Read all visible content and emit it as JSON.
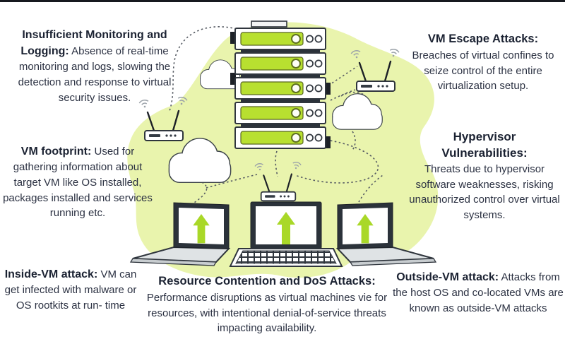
{
  "diagram": {
    "blocks": {
      "insufficient_monitoring": {
        "heading": "Insufficient Monitoring and Logging:",
        "body": "Absence of real-time monitoring and logs, slowing the detection and response to virtual security issues."
      },
      "vm_escape": {
        "heading": "VM Escape Attacks:",
        "body": "Breaches of virtual confines to seize control of the entire virtualization setup."
      },
      "vm_footprint": {
        "heading": "VM footprint:",
        "body": "Used for gathering information about target VM like OS installed, packages installed and services running etc."
      },
      "hypervisor_vulnerabilities": {
        "heading": "Hypervisor Vulnerabilities:",
        "body": "Threats due to hypervisor software weaknesses, risking unauthorized control over virtual systems."
      },
      "inside_vm": {
        "heading": "Inside-VM attack:",
        "body": "VM can get infected with malware or OS rootkits at run- time"
      },
      "resource_contention": {
        "heading": "Resource Contention and DoS Attacks:",
        "body": "Performance disruptions as virtual machines vie for resources, with intentional denial-of-service threats impacting availability."
      },
      "outside_vm": {
        "heading": "Outside-VM attack:",
        "body": "Attacks from the host OS and co-located VMs are known as outside-VM attacks"
      }
    },
    "colors": {
      "accent_green": "#b8e030",
      "pale_green_blob": "#e9f4ad",
      "dark_outline": "#2f353d",
      "text": "#2b3142"
    },
    "icons": {
      "server_rack": "server-rack-icon",
      "cloud": "cloud-icon",
      "router": "wifi-router-icon",
      "laptop": "laptop-icon",
      "up_arrow": "up-arrow-icon",
      "wifi": "wifi-signal-icon"
    }
  }
}
